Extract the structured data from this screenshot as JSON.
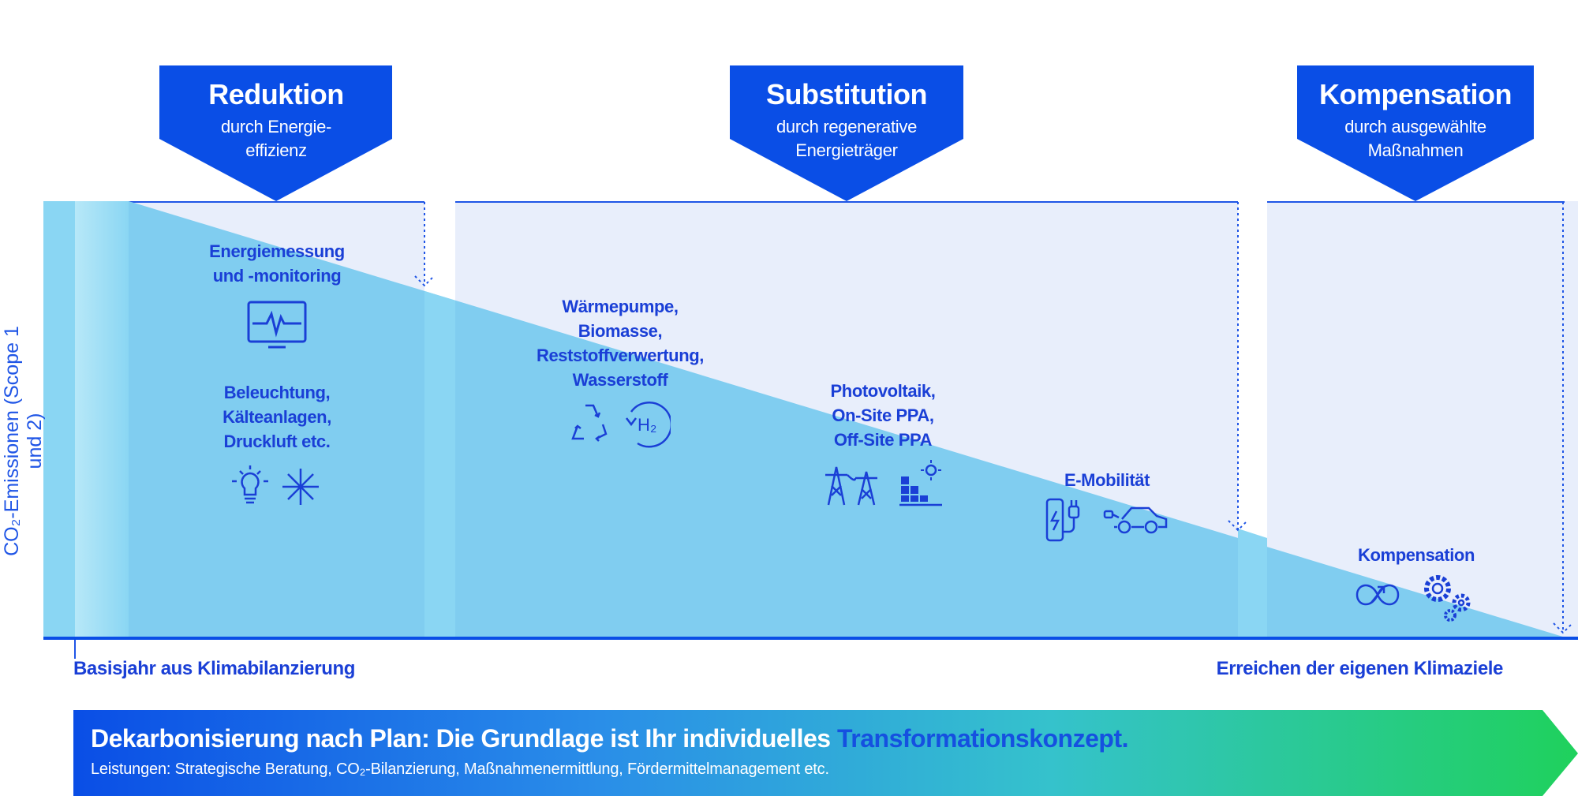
{
  "y_axis_label": "CO₂-Emissionen (Scope 1 und 2)",
  "x_axis": {
    "start_label": "Basisjahr aus Klimabilanzierung",
    "end_label": "Erreichen der eigenen Klimaziele"
  },
  "phases": [
    {
      "title": "Reduktion",
      "subtitle_line1": "durch Energie-",
      "subtitle_line2": "effizienz"
    },
    {
      "title": "Substitution",
      "subtitle_line1": "durch regenerative",
      "subtitle_line2": "Energieträger"
    },
    {
      "title": "Kompensation",
      "subtitle_line1": "durch ausgewählte",
      "subtitle_line2": "Maßnahmen"
    }
  ],
  "measures": [
    {
      "lines": [
        "Energiemessung",
        "und -monitoring"
      ],
      "icons": [
        "monitor-pulse-icon"
      ]
    },
    {
      "lines": [
        "Beleuchtung,",
        "Kälteanlagen,",
        "Druckluft etc."
      ],
      "icons": [
        "lightbulb-icon",
        "snowflake-icon"
      ]
    },
    {
      "lines": [
        "Wärmepumpe,",
        "Biomasse,",
        "Reststoffverwertung,",
        "Wasserstoff"
      ],
      "icons": [
        "recycle-icon",
        "hydrogen-icon"
      ]
    },
    {
      "lines": [
        "Photovoltaik,",
        "On-Site PPA,",
        "Off-Site PPA"
      ],
      "icons": [
        "power-pylon-icon",
        "solar-panel-icon"
      ]
    },
    {
      "lines": [
        "E-Mobilität"
      ],
      "icons": [
        "charging-station-icon",
        "electric-car-icon"
      ]
    },
    {
      "lines": [
        "Kompensation"
      ],
      "icons": [
        "offset-cycle-icon",
        "gears-icon"
      ]
    }
  ],
  "banner": {
    "title": "Dekarbonisierung nach Plan: Die Grundlage ist Ihr individuelles",
    "title_highlight": "Transformationskonzept.",
    "subtitle": "Leistungen: Strategische Beratung, CO₂-Bilanzierung, Maßnahmenermittlung, Fördermittelmanagement etc."
  },
  "colors": {
    "primary": "#0a4ee6",
    "text_blue": "#1a3fd6",
    "emission_fill": "#80cdf0",
    "phase_bg": "#e8eefb",
    "gradient_end": "#1fd15c"
  }
}
